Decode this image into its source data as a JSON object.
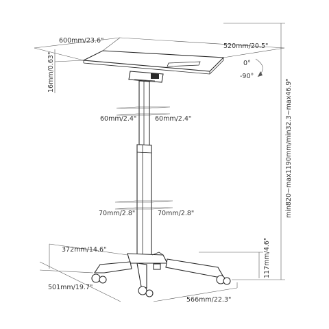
{
  "colors": {
    "line": "#2a2a2a",
    "dimension": "#555555",
    "text": "#333333",
    "background": "#ffffff"
  },
  "labels": {
    "table_width": "600mm/23.6\"",
    "table_depth": "520mm/20.5\"",
    "table_thickness": "16mm/0.63\"",
    "tilt_top": "0°",
    "tilt_bottom": "-90°",
    "upper_column_left": "60mm/2.4\"",
    "upper_column_right": "60mm/2.4\"",
    "lower_column_left": "70mm/2.8\"",
    "lower_column_right": "70mm/2.8\"",
    "height_range": "min820~max1190mm/min32.3~max46.9\"",
    "base_rear_width": "372mm/14.6\"",
    "base_front_width": "501mm/19.7\"",
    "base_length": "566mm/22.3\"",
    "base_height": "117mm/4.6\""
  }
}
